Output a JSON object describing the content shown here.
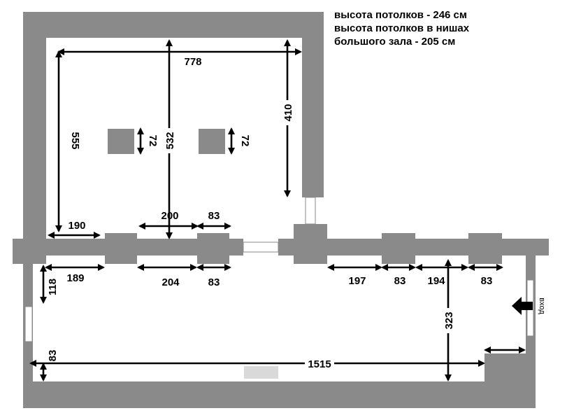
{
  "notes": [
    "высота потолков - 246 см",
    "высота потолков в нишах",
    "большого зала - 205 см"
  ],
  "entrance_label": "вход",
  "dimensions": {
    "top_width": "778",
    "left_height": "555",
    "center_height": "532",
    "right_height": "410",
    "column1_size": "72",
    "column2_size": "72",
    "top_seg_190": "190",
    "top_seg_200": "200",
    "top_seg_83": "83",
    "low_seg_189": "189",
    "low_seg_204": "204",
    "low_seg_83a": "83",
    "low_seg_197": "197",
    "low_seg_83b": "83",
    "low_seg_194": "194",
    "low_seg_83c": "83",
    "height_118": "118",
    "height_83": "83",
    "height_323": "323",
    "total_length": "1515"
  },
  "colors": {
    "wall": "#8a8a8a",
    "dimension": "#000000",
    "floor_patch": "#d9d9d9"
  }
}
